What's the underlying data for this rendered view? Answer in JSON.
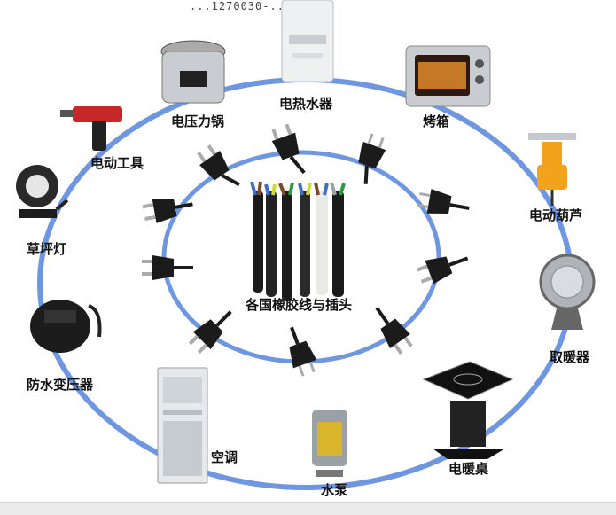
{
  "header_partial_text": "...1270030-...",
  "colors": {
    "ring": "#6f96e0",
    "cable_blue": "#3f6fc8",
    "cable_brown": "#7a4a2c",
    "cable_yellow": "#cddc39",
    "cable_green": "#2e9b3e",
    "cable_gray": "#9aa0a6",
    "device_silver": "#c9cdd2",
    "plug_black": "#1b1b1b"
  },
  "center": {
    "label": "各国橡胶线与插头"
  },
  "devices": [
    {
      "id": "water-heater",
      "label": "电热水器",
      "icon": "water-heater-icon"
    },
    {
      "id": "oven",
      "label": "烤箱",
      "icon": "oven-icon"
    },
    {
      "id": "hoist",
      "label": "电动葫芦",
      "icon": "hoist-icon"
    },
    {
      "id": "heater",
      "label": "取暖器",
      "icon": "heater-icon"
    },
    {
      "id": "table",
      "label": "电暖桌",
      "icon": "heating-table-icon"
    },
    {
      "id": "pump",
      "label": "水泵",
      "icon": "water-pump-icon"
    },
    {
      "id": "ac",
      "label": "空调",
      "icon": "air-conditioner-icon"
    },
    {
      "id": "transformer",
      "label": "防水变压器",
      "icon": "transformer-icon"
    },
    {
      "id": "lawn-light",
      "label": "草坪灯",
      "icon": "lawn-light-icon"
    },
    {
      "id": "power-tool",
      "label": "电动工具",
      "icon": "drill-icon"
    },
    {
      "id": "pressure-cooker",
      "label": "电压力锅",
      "icon": "pressure-cooker-icon"
    }
  ],
  "plugs": [
    "plug-icon",
    "plug-icon",
    "plug-icon",
    "plug-icon",
    "plug-icon",
    "plug-icon",
    "plug-icon",
    "plug-icon",
    "plug-icon",
    "plug-icon",
    "plug-icon",
    "plug-icon"
  ]
}
